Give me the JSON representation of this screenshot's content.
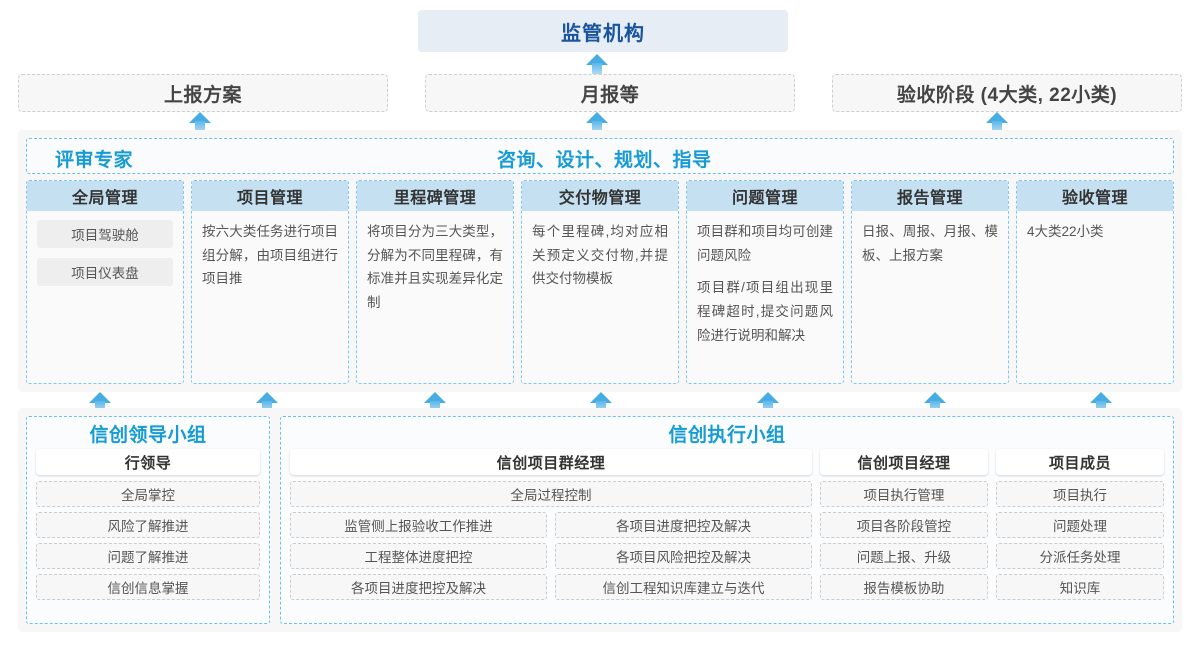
{
  "top": {
    "regulator": "监管机构",
    "reports": [
      {
        "label": "上报方案"
      },
      {
        "label": "月报等"
      },
      {
        "label": "验收阶段 (4大类, 22小类)"
      }
    ]
  },
  "middle": {
    "title_left": "评审专家",
    "title_right": "咨询、设计、规划、指导",
    "columns": [
      {
        "head": "全局管理",
        "pills": [
          "项目驾驶舱",
          "项目仪表盘"
        ],
        "paras": []
      },
      {
        "head": "项目管理",
        "pills": [],
        "paras": [
          "按六大类任务进行项目组分解，由项目组进行项目推"
        ]
      },
      {
        "head": "里程碑管理",
        "pills": [],
        "paras": [
          "将项目分为三大类型，分解为不同里程碑，有标准并且实现差异化定制"
        ]
      },
      {
        "head": "交付物管理",
        "pills": [],
        "paras": [
          "每个里程碑,均对应相关预定义交付物,并提供交付物模板"
        ]
      },
      {
        "head": "问题管理",
        "pills": [],
        "paras": [
          "项目群和项目均可创建问题风险",
          "项目群/项目组出现里程碑超时,提交问题风险进行说明和解决"
        ]
      },
      {
        "head": "报告管理",
        "pills": [],
        "paras": [
          "日报、周报、月报、模板、上报方案"
        ]
      },
      {
        "head": "验收管理",
        "pills": [],
        "paras": [
          "4大类22小类"
        ]
      }
    ]
  },
  "bottom": {
    "lead_group": {
      "title": "信创领导小组",
      "sub_head": "行领导",
      "items": [
        "全局掌控",
        "风险了解推进",
        "问题了解推进",
        "信创信息掌握"
      ]
    },
    "exec_group": {
      "title": "信创执行小组",
      "program_manager": {
        "sub_head": "信创项目群经理",
        "full_item": "全局过程控制",
        "left_items": [
          "监管侧上报验收工作推进",
          "工程整体进度把控",
          "各项目进度把控及解决"
        ],
        "right_items": [
          "各项目进度把控及解决",
          "各项目风险把控及解决",
          "信创工程知识库建立与迭代"
        ]
      },
      "project_manager": {
        "sub_head": "信创项目经理",
        "items": [
          "项目执行管理",
          "项目各阶段管控",
          "问题上报、升级",
          "报告模板协助"
        ]
      },
      "project_member": {
        "sub_head": "项目成员",
        "items": [
          "项目执行",
          "问题处理",
          "分派任务处理",
          "知识库"
        ]
      }
    }
  },
  "arrows": {
    "to_regulator_x": [
      597
    ],
    "to_reports_x": [
      200,
      597,
      997
    ],
    "to_middle_x": [
      100,
      267,
      435,
      601,
      768,
      935,
      1101
    ]
  },
  "colors": {
    "brand_blue": "#169bd5",
    "deep_blue": "#19559e",
    "header_fill": "#c5e0f0",
    "panel_bg": "#f7f7f7",
    "arrow": "#46ace4"
  }
}
